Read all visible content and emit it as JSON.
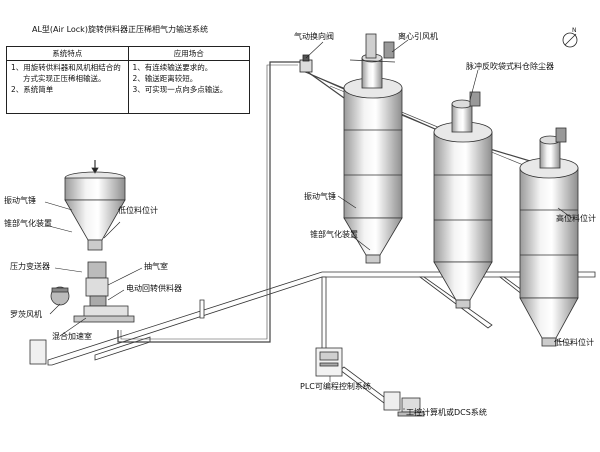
{
  "diagram": {
    "title": "AL型(Air Lock)旋转供料器正压稀相气力输送系统",
    "table": {
      "headers": [
        "系统特点",
        "应用场合"
      ],
      "left": [
        "1、用旋转供料器和风机相结合的",
        "方式实现正压稀相输送。",
        "2、系统简单"
      ],
      "right": [
        "1、有连续输送要求的。",
        "2、输送距离较短。",
        "3、可实现一点向多点输送。"
      ]
    },
    "labels": {
      "vibrator_left": "振动气锤",
      "cone_aerator_left": "锥部气化装置",
      "low_level_left": "低位料位计",
      "pressure_transmitter": "压力变送器",
      "roots_blower": "罗茨风机",
      "mixing_chamber": "混合加速室",
      "exhaust_chamber": "抽气室",
      "rotary_feeder": "电动回转供料器",
      "diverter_valve": "气动换向阀",
      "centrifugal_fan": "离心引风机",
      "pulse_collector": "脉冲反吹袋式料仓除尘器",
      "vibrator_right": "振动气锤",
      "cone_aerator_right": "锥部气化装置",
      "high_level": "高位料位计",
      "low_level_right": "低位料位计",
      "plc": "PLC可编程控制系统",
      "dcs": "工控计算机或DCS系统"
    }
  }
}
